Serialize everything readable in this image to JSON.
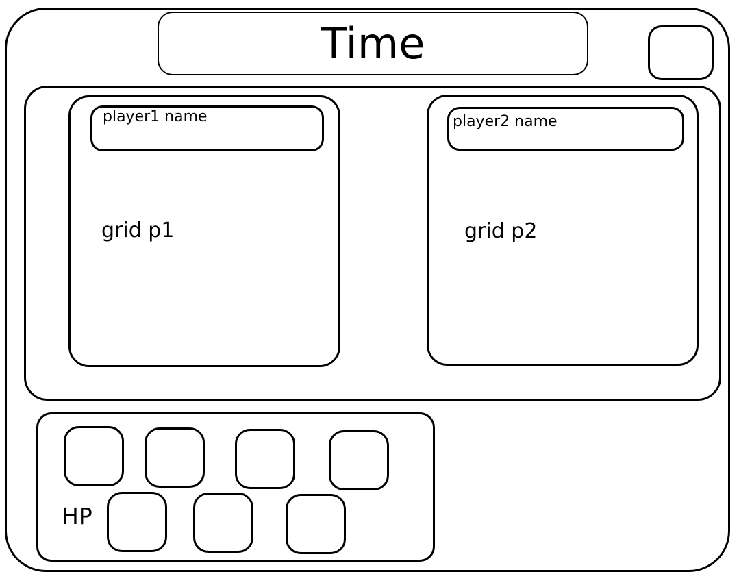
{
  "header": {
    "title": "Time"
  },
  "players": [
    {
      "name": "player1 name",
      "grid_label": "grid p1"
    },
    {
      "name": "player2 name",
      "grid_label": "grid p2"
    }
  ],
  "hp_panel": {
    "label": "HP",
    "slot_count": 7
  },
  "colors": {
    "stroke": "#000000",
    "background": "#ffffff"
  }
}
